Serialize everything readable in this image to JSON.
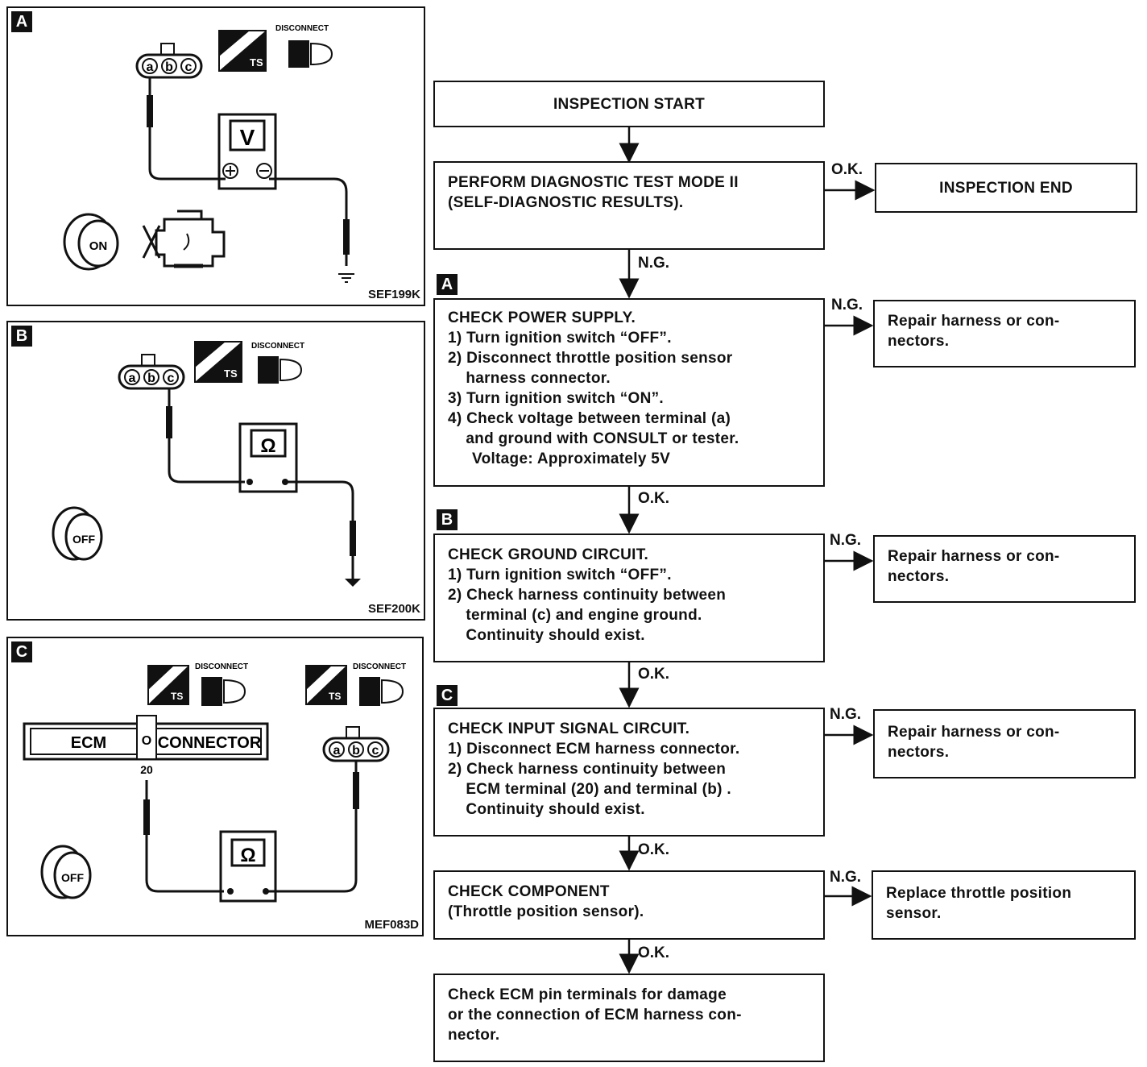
{
  "panels": [
    {
      "letter": "A",
      "ref": "SEF199K",
      "meter": "V",
      "key": "ON",
      "terminals": [
        "a",
        "b",
        "c"
      ],
      "disconnect": "DISCONNECT"
    },
    {
      "letter": "B",
      "ref": "SEF200K",
      "meter": "Ω",
      "key": "OFF",
      "terminals": [
        "a",
        "b",
        "c"
      ],
      "disconnect": "DISCONNECT"
    },
    {
      "letter": "C",
      "ref": "MEF083D",
      "meter": "Ω",
      "key": "OFF",
      "terminals": [
        "a",
        "b",
        "c"
      ],
      "disconnect": "DISCONNECT",
      "ecm_left": "ECM",
      "ecm_right": "CONNECTOR",
      "ecm_pin": "20"
    }
  ],
  "ts_label": "TS",
  "flow": {
    "start": "INSPECTION START",
    "diag": "PERFORM DIAGNOSTIC TEST MODE II\n(SELF-DIAGNOSTIC RESULTS).",
    "end": "INSPECTION END",
    "power": {
      "title": "CHECK POWER SUPPLY.",
      "steps": [
        "1) Turn ignition switch “OFF”.",
        "2) Disconnect throttle position sensor",
        "    harness connector.",
        "3) Turn ignition switch “ON”.",
        "4) Check voltage between terminal (a)",
        "    and ground with CONSULT or tester."
      ],
      "spec": "Voltage: Approximately 5V"
    },
    "ground": {
      "title": "CHECK GROUND CIRCUIT.",
      "steps": [
        "1) Turn ignition switch “OFF”.",
        "2) Check harness continuity between",
        "    terminal (c) and engine ground."
      ],
      "spec": "    Continuity should exist."
    },
    "input": {
      "title": "CHECK INPUT SIGNAL CIRCUIT.",
      "steps": [
        "1) Disconnect ECM harness connector.",
        "2) Check harness continuity between",
        "    ECM terminal (20) and terminal (b) ."
      ],
      "spec": "    Continuity should exist."
    },
    "component": "CHECK COMPONENT\n(Throttle position sensor).",
    "final": "Check ECM pin terminals for damage\nor the connection of ECM harness con-\nnector.",
    "repair": "Repair harness or con-\nnectors.",
    "replace": "Replace throttle position\nsensor.",
    "ok": "O.K.",
    "ng": "N.G.",
    "step_letters": [
      "A",
      "B",
      "C"
    ]
  }
}
